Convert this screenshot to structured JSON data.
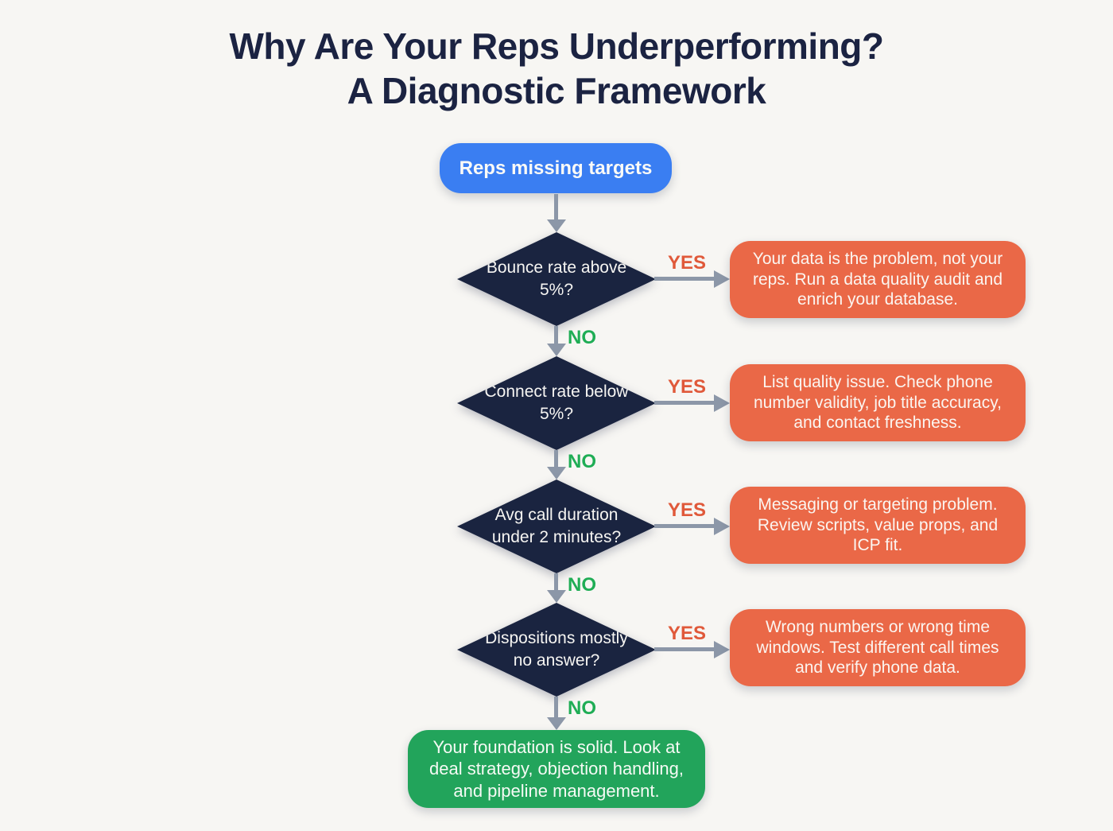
{
  "title": {
    "line1": "Why Are Your Reps Underperforming?",
    "line2": "A Diagnostic Framework"
  },
  "flow": {
    "start": {
      "label": "Reps missing targets"
    },
    "rows": [
      {
        "question": "Bounce rate above 5%?",
        "yes_label": "YES",
        "no_label": "NO",
        "outcome": "Your data is the problem, not your reps. Run a data quality audit and enrich your database."
      },
      {
        "question": "Connect rate below 5%?",
        "yes_label": "YES",
        "no_label": "NO",
        "outcome": "List quality issue. Check phone number validity, job title accuracy, and contact freshness."
      },
      {
        "question": "Avg call duration under 2 minutes?",
        "yes_label": "YES",
        "no_label": "NO",
        "outcome": "Messaging or targeting problem. Review scripts, value props, and ICP fit."
      },
      {
        "question": "Dispositions mostly no answer?",
        "yes_label": "YES",
        "no_label": "NO",
        "outcome": "Wrong numbers or wrong time windows. Test different call times and verify phone data."
      }
    ],
    "final": {
      "text": "Your foundation is solid. Look at deal strategy, objection handling, and pipeline management."
    }
  },
  "colors": {
    "background": "#f7f6f3",
    "title_navy": "#1b2342",
    "start_blue": "#3a7ef2",
    "diamond_navy": "#1a2440",
    "outcome_orange": "#ea6847",
    "final_green": "#22a45b",
    "yes_red": "#e0593a",
    "no_green": "#1fad55",
    "arrow_gray": "#8c97a8"
  }
}
